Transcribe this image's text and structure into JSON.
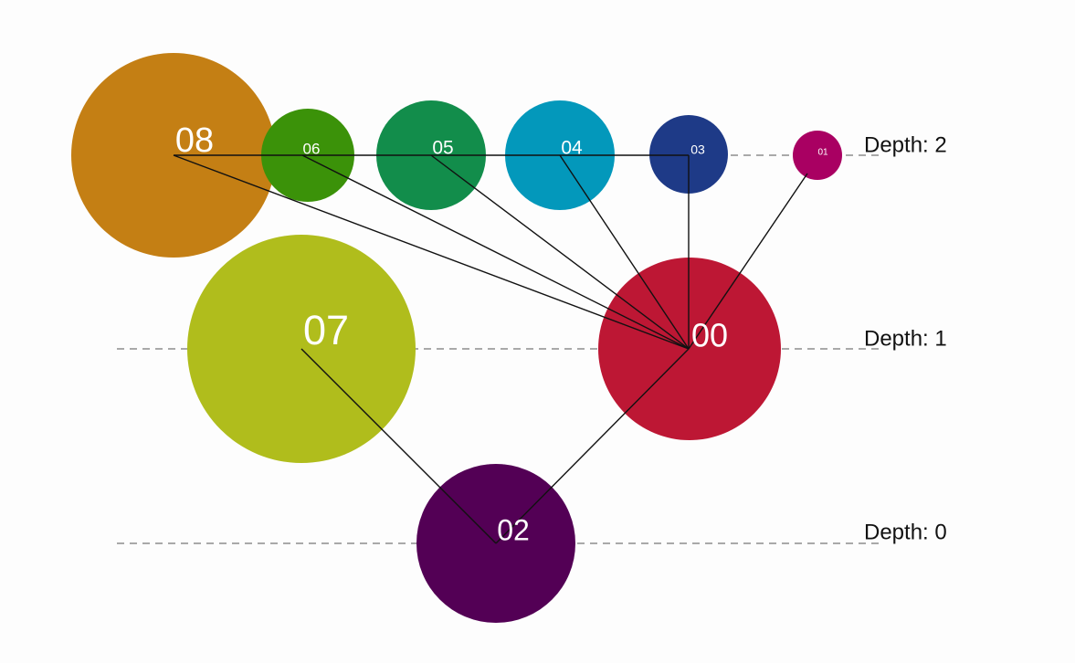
{
  "depth_labels": [
    {
      "depth": 0,
      "text": "Depth: 0"
    },
    {
      "depth": 1,
      "text": "Depth: 1"
    },
    {
      "depth": 2,
      "text": "Depth: 2"
    }
  ],
  "nodes": [
    {
      "id": "08",
      "label": "08",
      "depth": 2,
      "size": 1.0,
      "color": "#c47f14"
    },
    {
      "id": "06",
      "label": "06",
      "depth": 2,
      "size": 0.4,
      "color": "#3b9209"
    },
    {
      "id": "05",
      "label": "05",
      "depth": 2,
      "size": 0.55,
      "color": "#128d4b"
    },
    {
      "id": "04",
      "label": "04",
      "depth": 2,
      "size": 0.55,
      "color": "#0398bb"
    },
    {
      "id": "03",
      "label": "03",
      "depth": 2,
      "size": 0.4,
      "color": "#1e3a87"
    },
    {
      "id": "01",
      "label": "01",
      "depth": 2,
      "size": 0.25,
      "color": "#a90062"
    },
    {
      "id": "07",
      "label": "07",
      "depth": 1,
      "size": 1.0,
      "color": "#b0bd1c"
    },
    {
      "id": "00",
      "label": "00",
      "depth": 1,
      "size": 0.8,
      "color": "#bd1734"
    },
    {
      "id": "02",
      "label": "02",
      "depth": 0,
      "size": 0.7,
      "color": "#530055"
    }
  ],
  "edges": [
    [
      "02",
      "07"
    ],
    [
      "02",
      "00"
    ],
    [
      "00",
      "08"
    ],
    [
      "00",
      "06"
    ],
    [
      "00",
      "05"
    ],
    [
      "00",
      "04"
    ],
    [
      "00",
      "03"
    ],
    [
      "00",
      "01"
    ],
    [
      "08",
      "03"
    ]
  ]
}
